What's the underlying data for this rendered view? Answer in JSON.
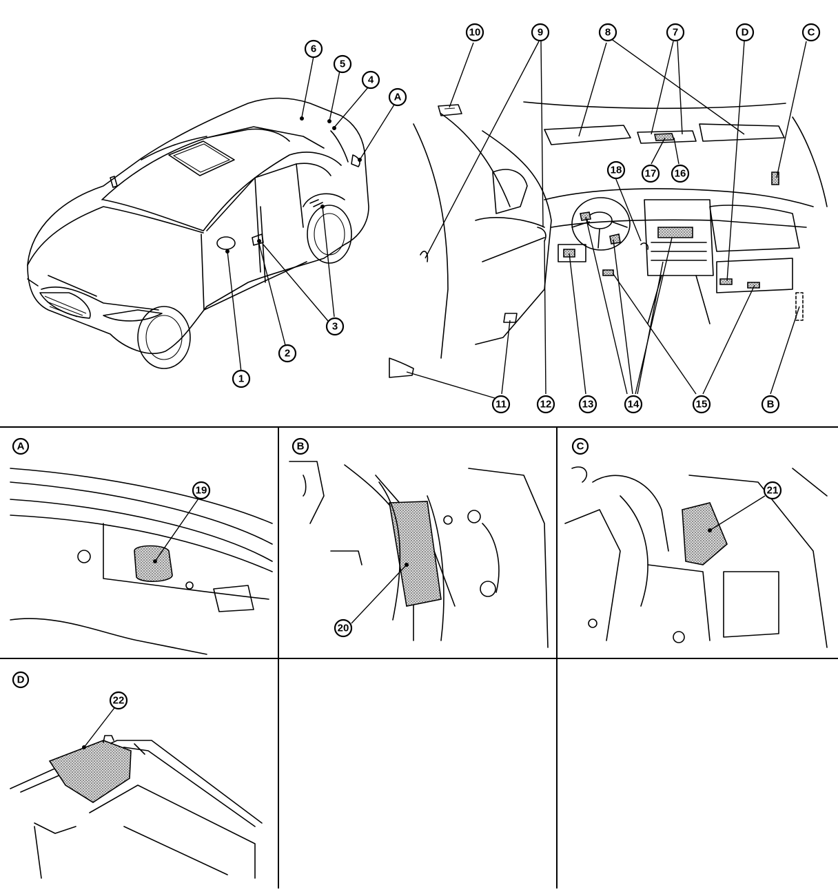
{
  "callouts": {
    "c1": "1",
    "c2": "2",
    "c3": "3",
    "c4": "4",
    "c5": "5",
    "c6": "6",
    "c7": "7",
    "c8": "8",
    "c9": "9",
    "c10": "10",
    "c11": "11",
    "c12": "12",
    "c13": "13",
    "c14": "14",
    "c15": "15",
    "c16": "16",
    "c17": "17",
    "c18": "18",
    "c19": "19",
    "c20": "20",
    "c21": "21",
    "c22": "22",
    "A": "A",
    "B": "B",
    "C": "C",
    "D": "D"
  },
  "panels": {
    "A": "A",
    "B": "B",
    "C": "C",
    "D": "D"
  }
}
